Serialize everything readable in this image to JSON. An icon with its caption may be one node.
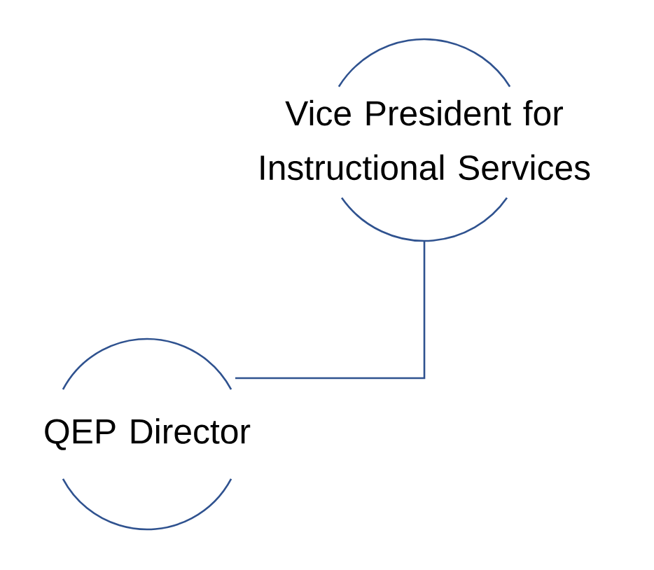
{
  "diagram": {
    "nodes": [
      {
        "text": [
          "Vice President for Instructional Services"
        ]
      },
      {
        "text": [
          "QEP Director"
        ]
      }
    ],
    "edges": [
      {
        "from": 0,
        "to": 1,
        "arrow": "none"
      }
    ]
  }
}
